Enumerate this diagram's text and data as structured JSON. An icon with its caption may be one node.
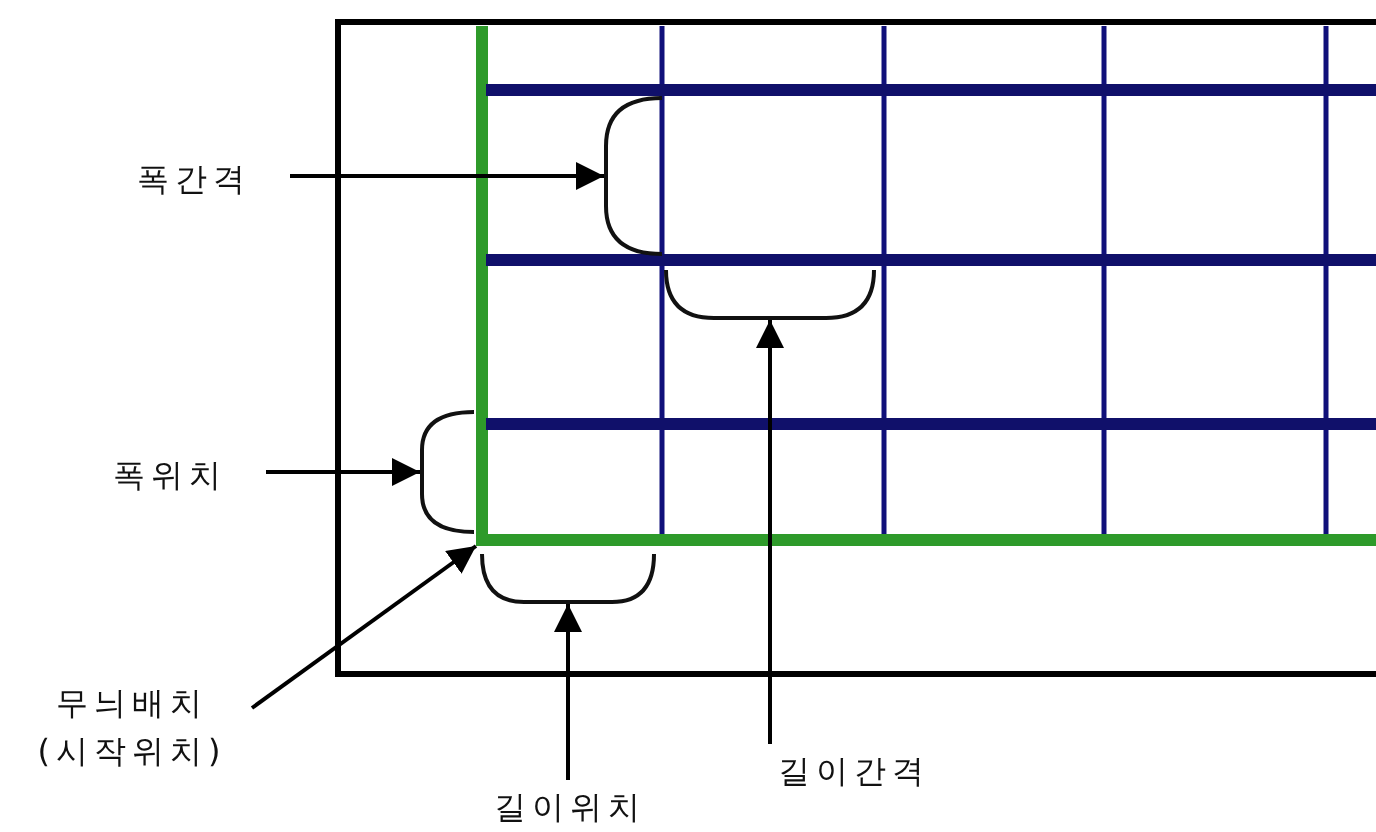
{
  "diagram": {
    "nodes": [
      {
        "text": [
          "폭간격"
        ]
      },
      {
        "text": [
          "폭위치"
        ]
      },
      {
        "text": [
          "무늬배치 (시작위치)"
        ]
      },
      {
        "text": [
          "길이위치"
        ]
      },
      {
        "text": [
          "길이간격"
        ]
      },
      {
        "text": [],
        "shape": "bracket"
      },
      {
        "text": [],
        "shape": "bracket"
      },
      {
        "text": [],
        "shape": "bracket"
      },
      {
        "text": [],
        "shape": "bracket"
      },
      {
        "text": [],
        "shape": "line"
      }
    ],
    "edges": [
      {
        "from": 0,
        "to": 5,
        "arrow": "to"
      },
      {
        "from": 1,
        "to": 7,
        "arrow": "to"
      },
      {
        "from": 2,
        "to": 9,
        "arrow": "to"
      },
      {
        "from": 3,
        "to": 8,
        "arrow": "to"
      },
      {
        "from": 4,
        "to": 6,
        "arrow": "to"
      }
    ]
  }
}
